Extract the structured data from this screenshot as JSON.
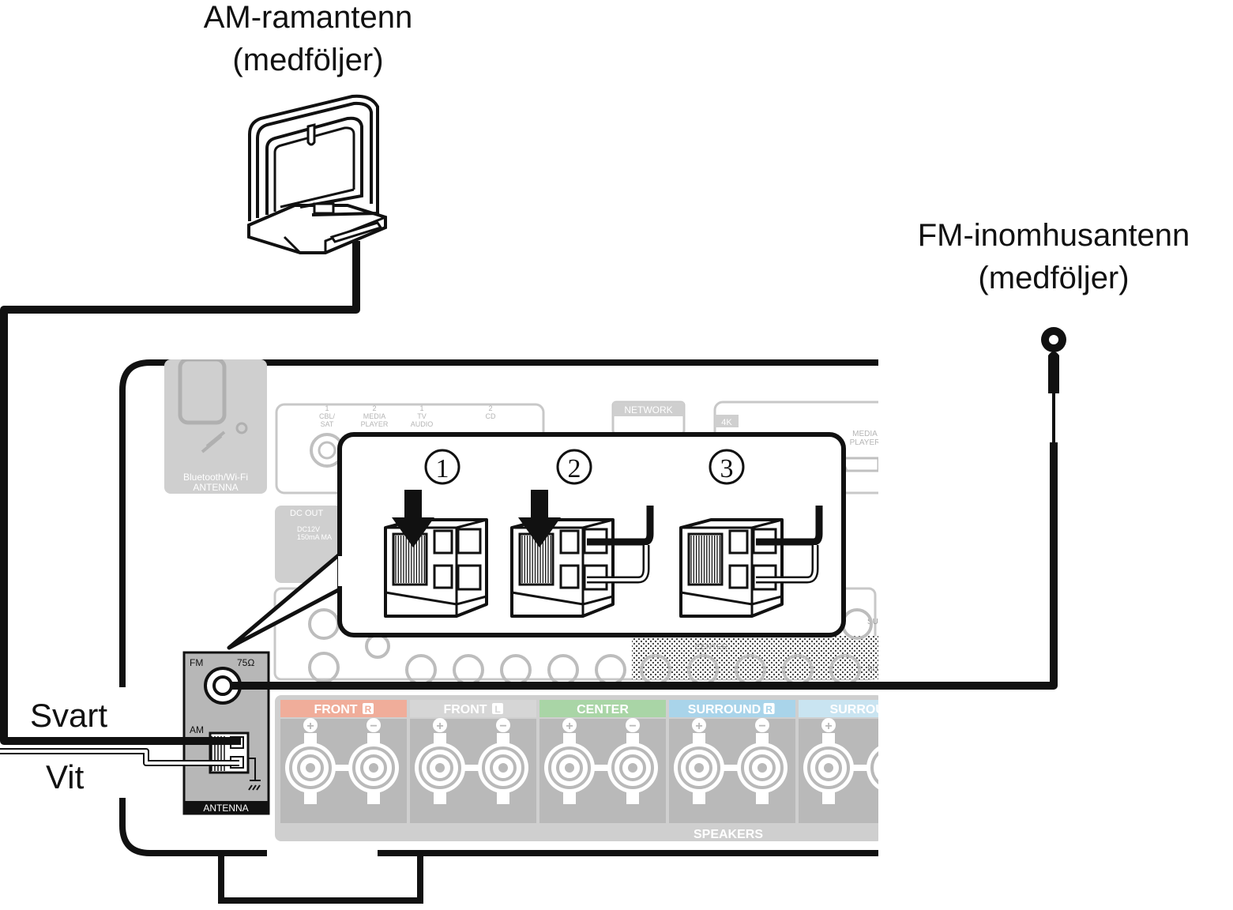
{
  "callouts": {
    "am_antenna": {
      "line1": "AM-ramantenn",
      "line2": "(medföljer)"
    },
    "fm_antenna": {
      "line1": "FM-inomhusantenn",
      "line2": "(medföljer)"
    }
  },
  "wires": {
    "black_label": "Svart",
    "white_label": "Vit"
  },
  "panel": {
    "bt_antenna_label_1": "Bluetooth/Wi-Fi",
    "bt_antenna_label_2": "ANTENNA",
    "network_label": "NETWORK",
    "dc_out_label": "DC OUT",
    "dc_out_spec_1": "DC12V",
    "dc_out_spec_2": "150mA MA",
    "hdmi_4k_label": "4K",
    "cbl_sat_1": "1",
    "cbl_sat": "CBL/",
    "cbl_sat_b": "SAT",
    "media_player_2": "2",
    "media_player": "MEDIA",
    "media_player_b": "PLAYER",
    "tv_audio_1": "1",
    "tv_audio": "TV",
    "tv_audio_b": "AUDIO",
    "cd_2": "2",
    "cd": "CD",
    "hdmi_media": "MEDIA",
    "hdmi_player": "PLAYER",
    "center_small": "CENTER",
    "sub_small": "SUB",
    "antenna_block": {
      "fm": "FM",
      "ohm": "75Ω",
      "am": "AM",
      "title": "ANTENNA"
    },
    "speakers_title": "SPEAKERS",
    "speaker_groups": [
      {
        "label": "FRONT",
        "ch": "R",
        "color": "#f0ad9a"
      },
      {
        "label": "FRONT",
        "ch": "L",
        "color": "#d6d6d6"
      },
      {
        "label": "CENTER",
        "ch": "",
        "color": "#a9d5a6"
      },
      {
        "label": "SURROUND",
        "ch": "R",
        "color": "#a9d4ea"
      },
      {
        "label": "SURROUN",
        "ch": "",
        "color": "#c9e4f1"
      }
    ],
    "plus": "+",
    "minus": "−"
  },
  "steps": [
    "1",
    "2",
    "3"
  ],
  "colors": {
    "panel_gray": "#c8c8c8",
    "panel_dark": "#b4b4b4",
    "ink": "#111111"
  }
}
